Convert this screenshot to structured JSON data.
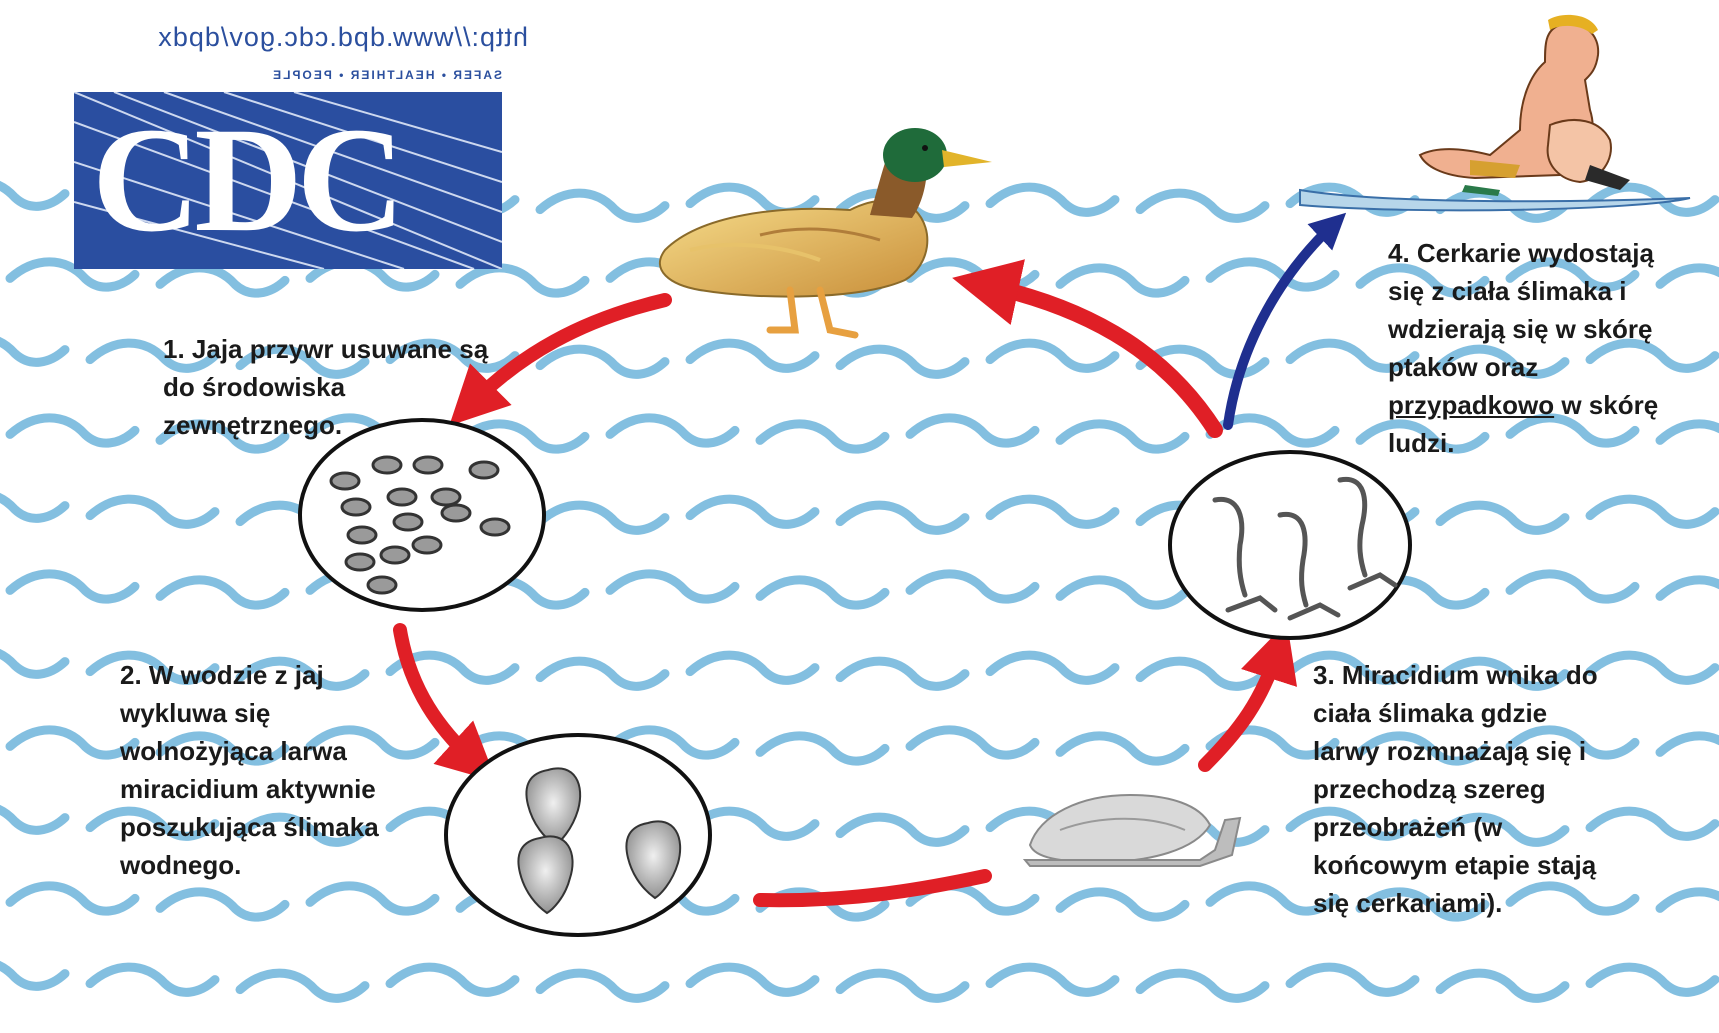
{
  "logo": {
    "url_text": "http://www.dpd.cdc.gov/dpdx",
    "tagline": "SAFER • HEALTHIER • PEOPLE",
    "name": "CDC"
  },
  "steps": [
    {
      "lines": [
        "1. Jaja przywr usuwane są",
        "do środowiska",
        "zewnętrznego."
      ]
    },
    {
      "lines": [
        "2. W wodzie z jaj",
        "wykluwa się",
        "wolnożyjąca larwa",
        "miracidium aktywnie",
        "poszukująca ślimaka",
        "wodnego."
      ]
    },
    {
      "lines": [
        "3. Miracidium wnika do",
        "ciała ślimaka gdzie",
        "larwy rozmnażają się i",
        "przechodzą szereg",
        "przeobrażeń (w",
        "końcowym etapie stają",
        "się cerkariami)."
      ]
    },
    {
      "lines": [
        "4. Cerkarie wydostają",
        "się z ciała ślimaka i",
        "wdzierają się w skórę",
        "ptaków oraz"
      ],
      "underlined": "przypadkowo",
      "after_underlined": " w skórę",
      "last_line": "ludzi."
    }
  ],
  "colors": {
    "water": "#5aa9d6",
    "arrow_red": "#e01f26",
    "arrow_blue": "#1f2f8f",
    "logo_blue": "#2a4ea0"
  },
  "icons": [
    "duck-icon",
    "eggs-circle",
    "miracidia-circle",
    "snail-icon",
    "cercariae-circle",
    "swimmers-icon"
  ]
}
